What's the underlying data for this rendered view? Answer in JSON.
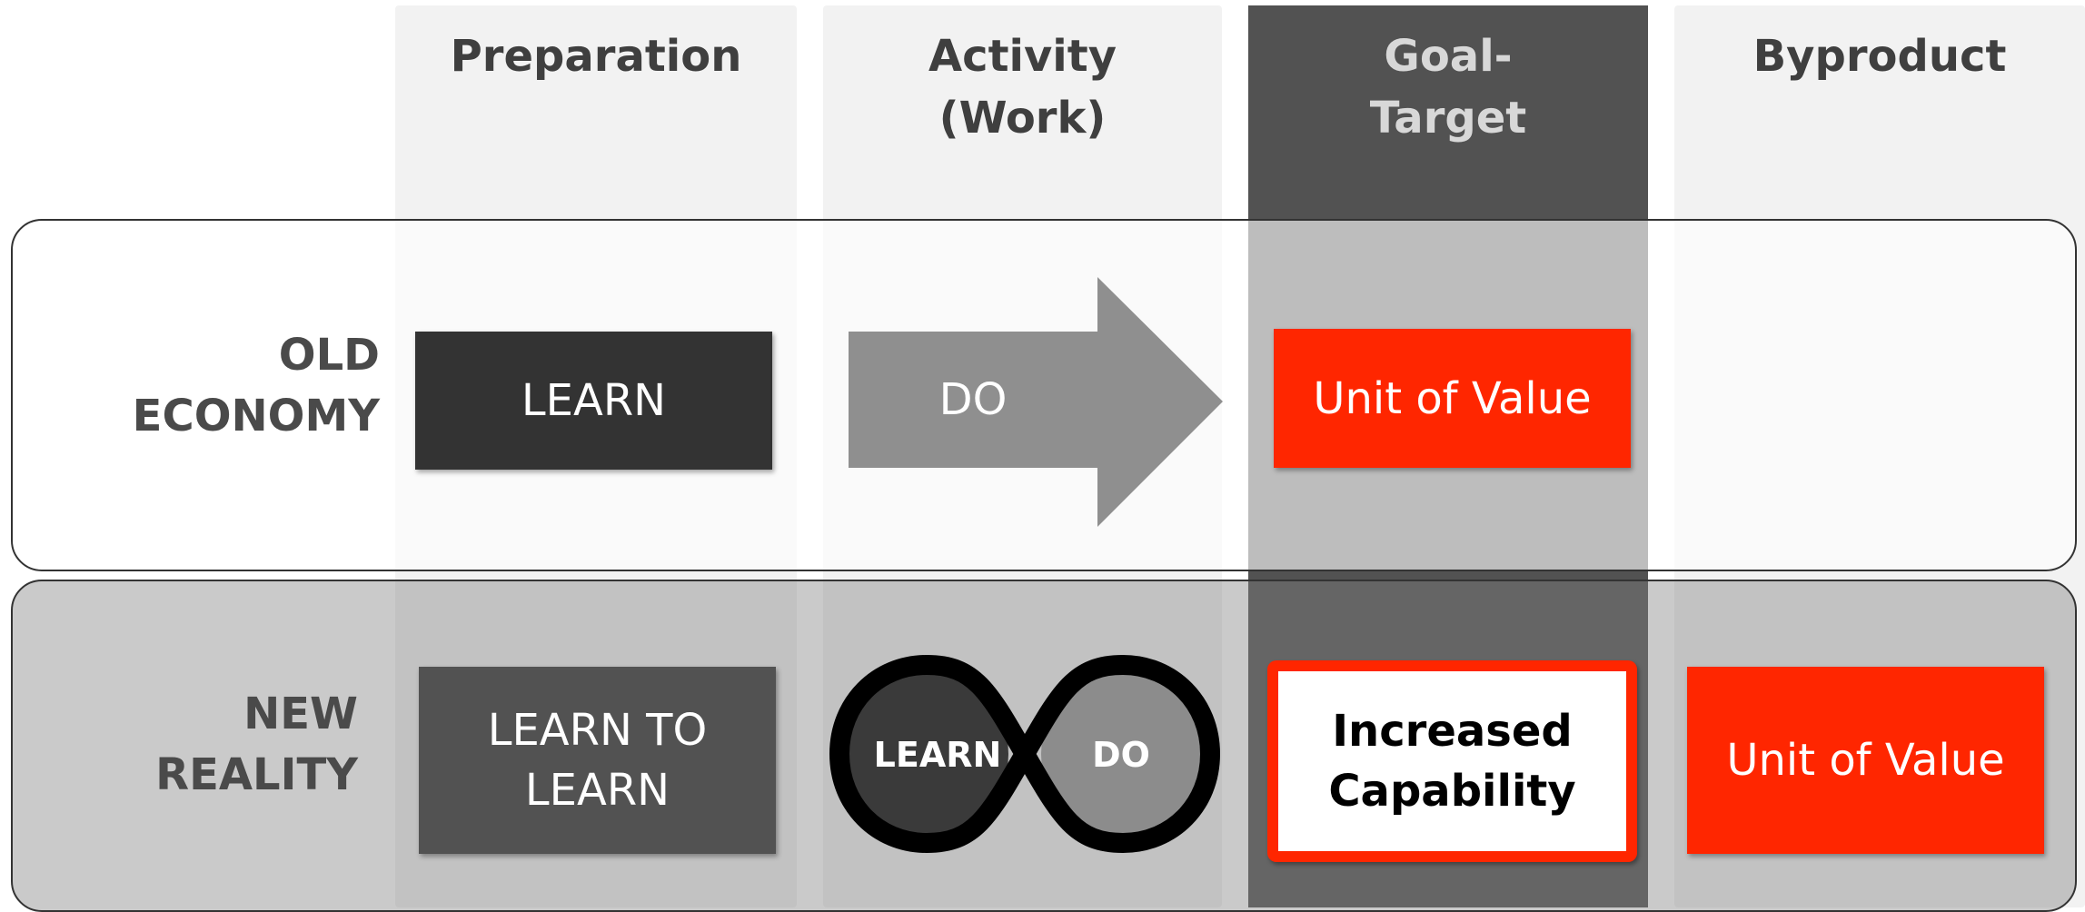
{
  "columns": [
    {
      "header": "Preparation"
    },
    {
      "header": "Activity\n(Work)"
    },
    {
      "header": "Goal-\nTarget"
    },
    {
      "header": "Byproduct"
    }
  ],
  "rows": {
    "old": {
      "label": "OLD\nECONOMY",
      "preparation": "LEARN",
      "activity": "DO",
      "goal": "Unit of Value"
    },
    "new": {
      "label": "NEW\nREALITY",
      "preparation": "LEARN TO\nLEARN",
      "activity_left": "LEARN",
      "activity_right": "DO",
      "goal": "Increased\nCapability",
      "byproduct": "Unit of Value"
    }
  },
  "colors": {
    "accent_red": "#ff2600",
    "goal_column": "#525252",
    "arrow": "#8f8f8f",
    "infinity_stroke": "#000000"
  }
}
